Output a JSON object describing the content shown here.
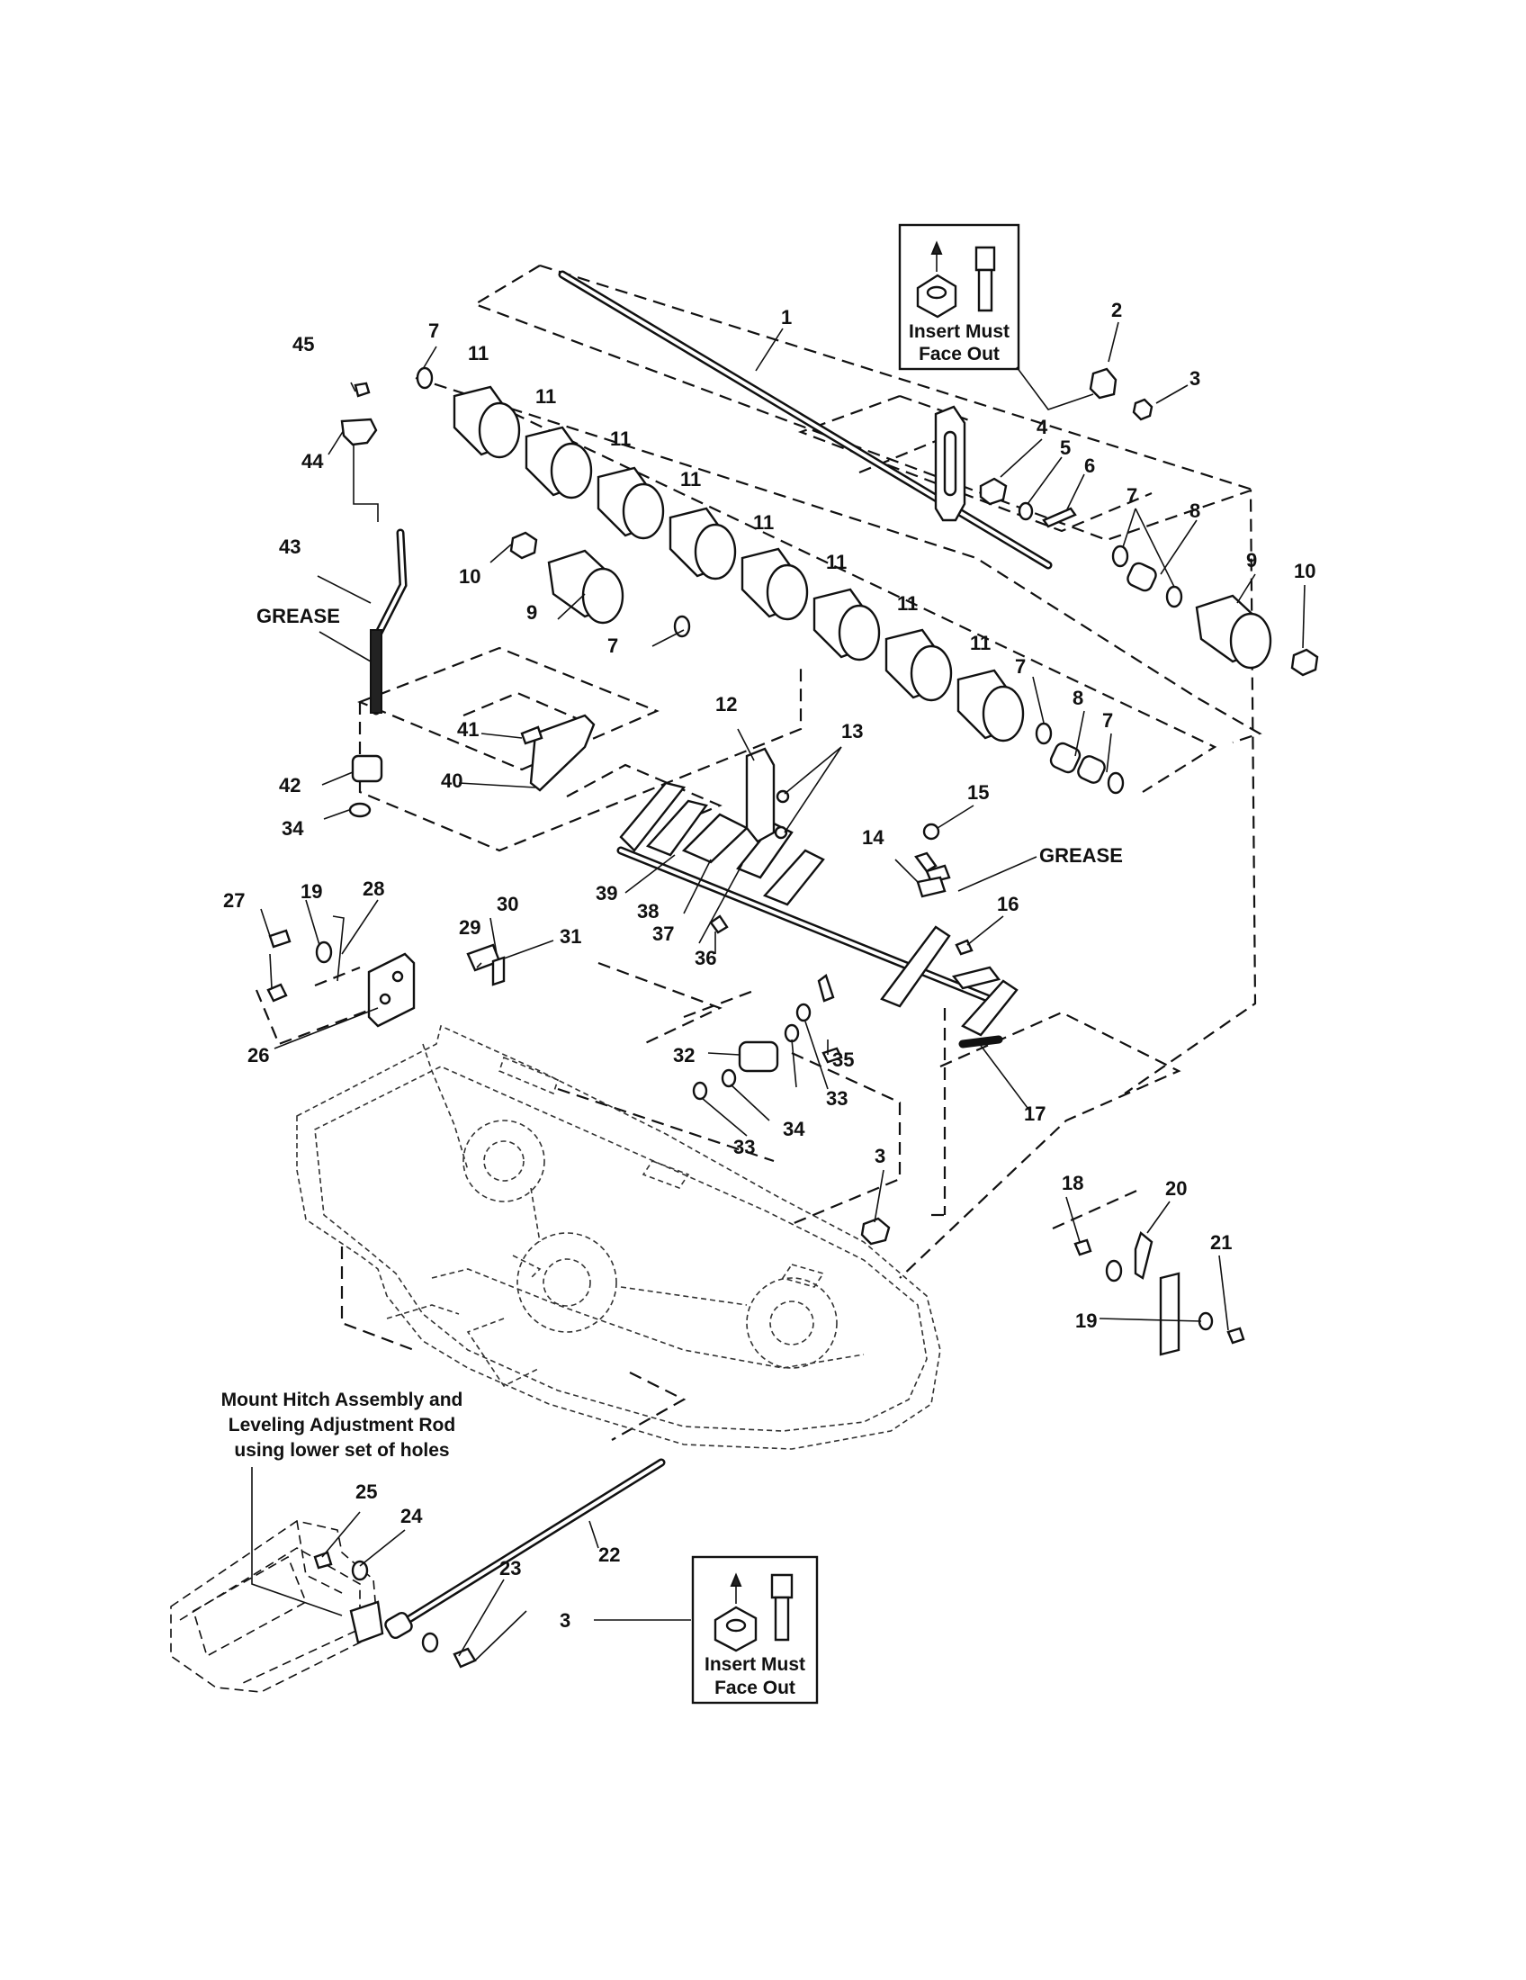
{
  "diagram": {
    "callouts": [
      {
        "id": "c1",
        "text": "1"
      },
      {
        "id": "c2",
        "text": "2"
      },
      {
        "id": "c3a",
        "text": "3"
      },
      {
        "id": "c4",
        "text": "4"
      },
      {
        "id": "c5",
        "text": "5"
      },
      {
        "id": "c6",
        "text": "6"
      },
      {
        "id": "c7a",
        "text": "7"
      },
      {
        "id": "c7b",
        "text": "7"
      },
      {
        "id": "c7c",
        "text": "7"
      },
      {
        "id": "c7d",
        "text": "7"
      },
      {
        "id": "c7e",
        "text": "7"
      },
      {
        "id": "c8a",
        "text": "8"
      },
      {
        "id": "c8b",
        "text": "8"
      },
      {
        "id": "c9a",
        "text": "9"
      },
      {
        "id": "c9b",
        "text": "9"
      },
      {
        "id": "c10a",
        "text": "10"
      },
      {
        "id": "c10b",
        "text": "10"
      },
      {
        "id": "c11a",
        "text": "11"
      },
      {
        "id": "c11b",
        "text": "11"
      },
      {
        "id": "c11c",
        "text": "11"
      },
      {
        "id": "c11d",
        "text": "11"
      },
      {
        "id": "c11e",
        "text": "11"
      },
      {
        "id": "c11f",
        "text": "11"
      },
      {
        "id": "c11g",
        "text": "11"
      },
      {
        "id": "c11h",
        "text": "11"
      },
      {
        "id": "c12",
        "text": "12"
      },
      {
        "id": "c13",
        "text": "13"
      },
      {
        "id": "c14",
        "text": "14"
      },
      {
        "id": "c15",
        "text": "15"
      },
      {
        "id": "c16",
        "text": "16"
      },
      {
        "id": "c17",
        "text": "17"
      },
      {
        "id": "c18",
        "text": "18"
      },
      {
        "id": "c19a",
        "text": "19"
      },
      {
        "id": "c19b",
        "text": "19"
      },
      {
        "id": "c20",
        "text": "20"
      },
      {
        "id": "c21",
        "text": "21"
      },
      {
        "id": "c22",
        "text": "22"
      },
      {
        "id": "c23",
        "text": "23"
      },
      {
        "id": "c24",
        "text": "24"
      },
      {
        "id": "c25",
        "text": "25"
      },
      {
        "id": "c26",
        "text": "26"
      },
      {
        "id": "c27",
        "text": "27"
      },
      {
        "id": "c28",
        "text": "28"
      },
      {
        "id": "c29",
        "text": "29"
      },
      {
        "id": "c30",
        "text": "30"
      },
      {
        "id": "c31",
        "text": "31"
      },
      {
        "id": "c32",
        "text": "32"
      },
      {
        "id": "c33a",
        "text": "33"
      },
      {
        "id": "c33b",
        "text": "33"
      },
      {
        "id": "c34a",
        "text": "34"
      },
      {
        "id": "c34b",
        "text": "34"
      },
      {
        "id": "c35",
        "text": "35"
      },
      {
        "id": "c36",
        "text": "36"
      },
      {
        "id": "c37",
        "text": "37"
      },
      {
        "id": "c38",
        "text": "38"
      },
      {
        "id": "c39",
        "text": "39"
      },
      {
        "id": "c40",
        "text": "40"
      },
      {
        "id": "c41",
        "text": "41"
      },
      {
        "id": "c42",
        "text": "42"
      },
      {
        "id": "c43",
        "text": "43"
      },
      {
        "id": "c44",
        "text": "44"
      },
      {
        "id": "c45",
        "text": "45"
      },
      {
        "id": "c3b",
        "text": "3"
      },
      {
        "id": "c3c",
        "text": "3"
      }
    ],
    "grease_labels": [
      "GREASE",
      "GREASE"
    ],
    "insert_box_top": {
      "line1": "Insert Must",
      "line2": "Face Out"
    },
    "insert_box_bottom": {
      "line1": "Insert Must",
      "line2": "Face Out"
    },
    "hitch_note": {
      "line1": "Mount Hitch Assembly and",
      "line2": "Leveling Adjustment Rod",
      "line3": "using lower set of holes"
    }
  }
}
